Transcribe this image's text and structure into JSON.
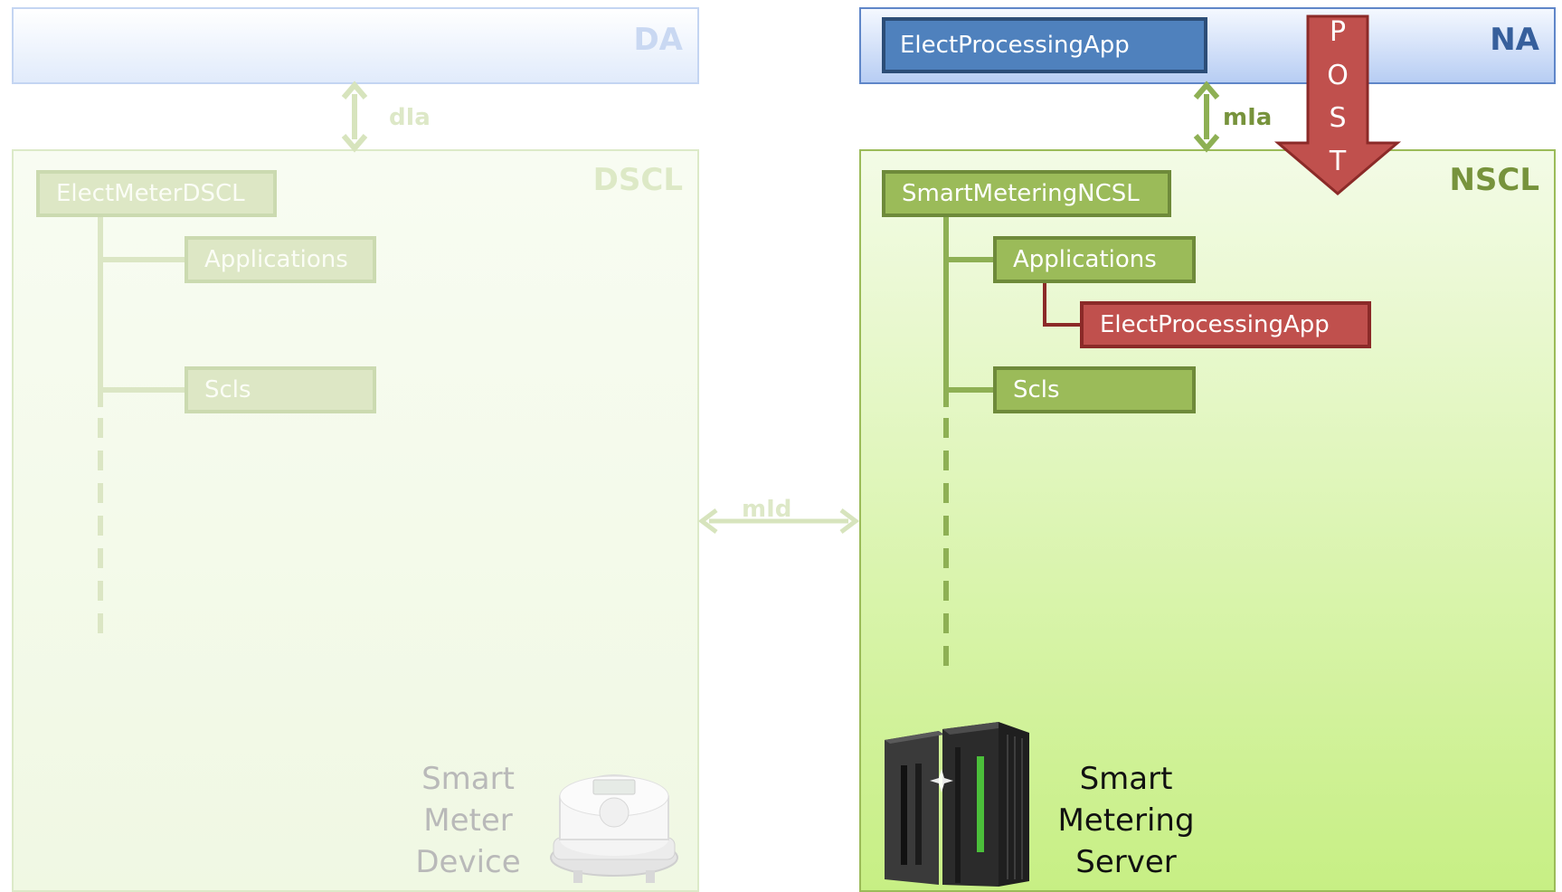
{
  "da": {
    "label": "DA"
  },
  "na": {
    "label": "NA",
    "app_label": "ElectProcessingApp"
  },
  "interfaces": {
    "dia": "dIa",
    "mia": "mIa",
    "mid": "mId"
  },
  "post_label": [
    "P",
    "O",
    "S",
    "T"
  ],
  "dscl": {
    "label": "DSCL",
    "root": "ElectMeterDSCL",
    "applications": "Applications",
    "scls": "Scls",
    "device_lines": [
      "Smart",
      "Meter",
      "Device"
    ]
  },
  "nscl": {
    "label": "NSCL",
    "root": "SmartMeteringNCSL",
    "applications": "Applications",
    "app_child": "ElectProcessingApp",
    "scls": "Scls",
    "server_lines": [
      "Smart",
      "Metering",
      "Server"
    ]
  },
  "colors": {
    "da_border": "#c4d5f2",
    "na_blue": "#4f81bd",
    "green": "#9bbb59",
    "red": "#c0504d",
    "faint_green": "#dde7c5"
  }
}
